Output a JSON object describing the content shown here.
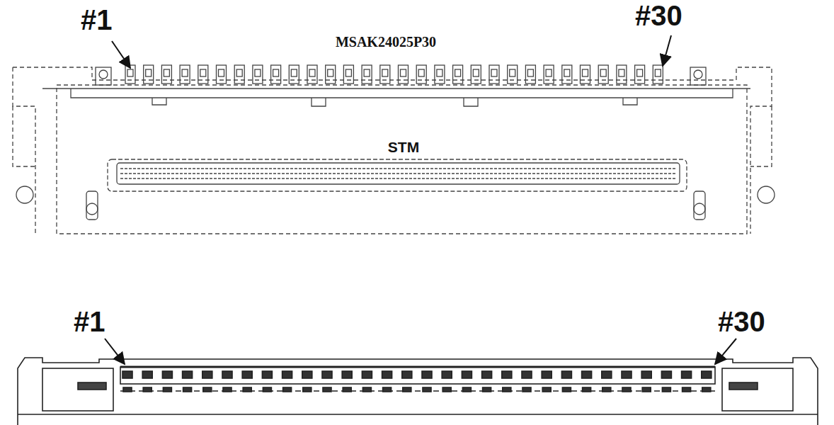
{
  "diagram": {
    "labels": [
      "#1",
      "#30",
      "MSAK24025P30",
      "STM",
      "#1",
      "#30"
    ]
  }
}
